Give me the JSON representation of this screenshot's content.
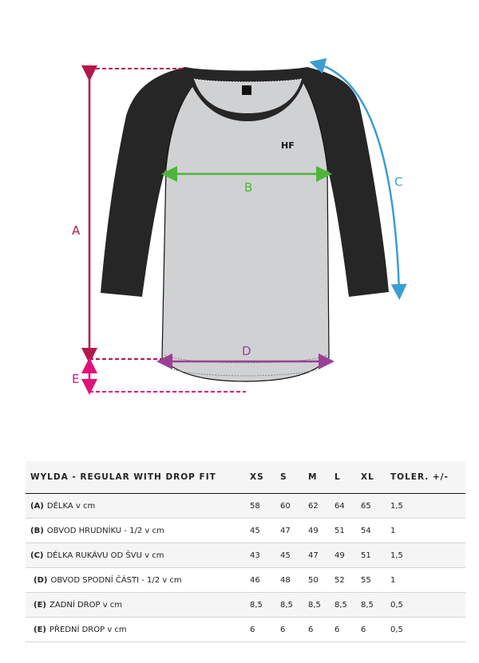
{
  "diagram": {
    "title": "T-shirt measurement diagram",
    "labels": {
      "A": "A",
      "B": "B",
      "C": "C",
      "D": "D",
      "E": "E"
    },
    "colors": {
      "A": "#b5174a",
      "B": "#4cb63a",
      "C": "#3a9fd0",
      "D": "#9b3f97",
      "E": "#e0127a",
      "body": "#d0d1d3",
      "sleeves": "#262626"
    },
    "logo_text": "HF"
  },
  "table": {
    "title": "WYLDA - REGULAR WITH DROP FIT",
    "columns": [
      "XS",
      "S",
      "M",
      "L",
      "XL",
      "TOLER. +/-"
    ],
    "rows": [
      {
        "code": "(A)",
        "label": "DÉLKA v cm",
        "values": [
          "58",
          "60",
          "62",
          "64",
          "65",
          "1,5"
        ]
      },
      {
        "code": "(B)",
        "label": "OBVOD HRUDNÍKU - 1/2 v cm",
        "values": [
          "45",
          "47",
          "49",
          "51",
          "54",
          "1"
        ]
      },
      {
        "code": "(C)",
        "label": "DÉLKA RUKÁVU OD ŠVU v cm",
        "values": [
          "43",
          "45",
          "47",
          "49",
          "51",
          "1,5"
        ]
      },
      {
        "code": "(D)",
        "label": "OBVOD SPODNÍ ČÁSTI - 1/2 v cm",
        "values": [
          "46",
          "48",
          "50",
          "52",
          "55",
          "1"
        ]
      },
      {
        "code": "(E)",
        "label": "ZADNÍ DROP v cm",
        "values": [
          "8,5",
          "8,5",
          "8,5",
          "8,5",
          "8,5",
          "0,5"
        ]
      },
      {
        "code": "(E)",
        "label": "PŘEDNÍ DROP v cm",
        "values": [
          "6",
          "6",
          "6",
          "6",
          "6",
          "0,5"
        ]
      }
    ]
  }
}
